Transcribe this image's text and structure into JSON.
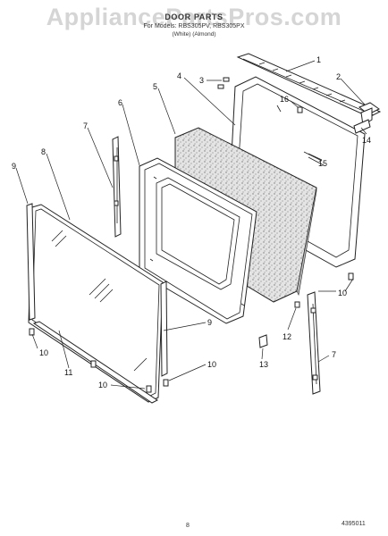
{
  "watermark": "AppliancePartsPros.com",
  "header": {
    "title": "DOOR PARTS",
    "models": "For Models: RBS305PV, RBS305PX",
    "colors": "(White)    (Almond)"
  },
  "footer": {
    "page": "8",
    "code": "4395011"
  },
  "callouts": [
    "1",
    "2",
    "3",
    "4",
    "5",
    "6",
    "7",
    "8",
    "9",
    "10",
    "11",
    "12",
    "13",
    "14",
    "15",
    "16"
  ],
  "icons": {
    "part-diagram": "exploded-view-line-drawing"
  }
}
